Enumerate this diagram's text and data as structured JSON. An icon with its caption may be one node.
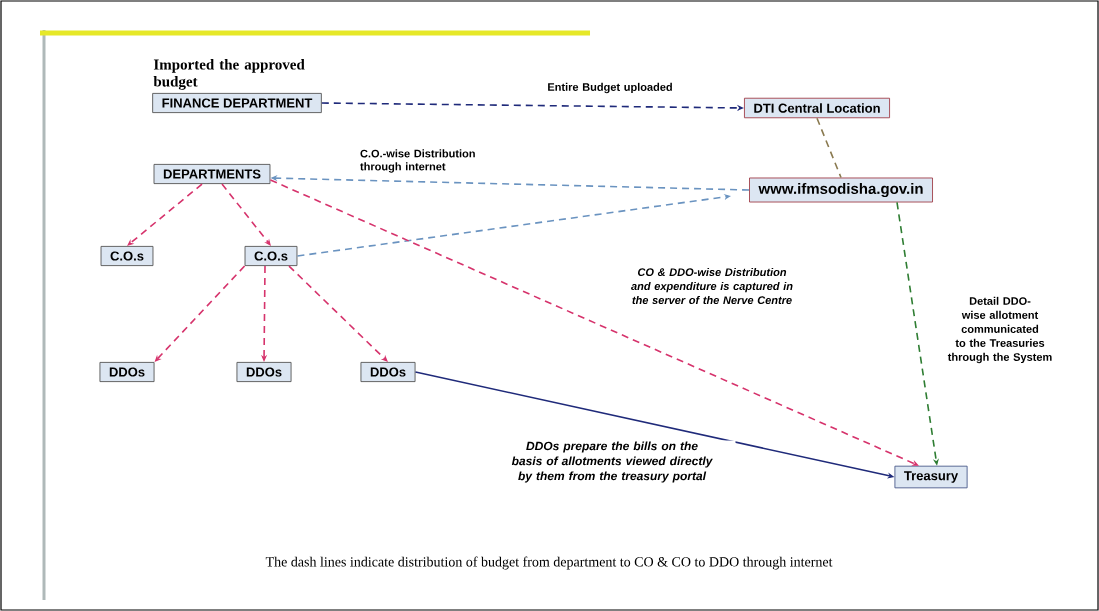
{
  "diagram": {
    "caption": "The dash lines indicate distribution of budget from department to CO & CO to DDO through internet",
    "nodes": [
      {
        "text": [
          "FINANCE DEPARTMENT"
        ],
        "beside": [
          "Imported the approved budget"
        ]
      },
      {
        "text": [
          "DTI Central Location"
        ]
      },
      {
        "text": [
          "DEPARTMENTS"
        ]
      },
      {
        "text": [
          "www.ifmsodisha.gov.in"
        ]
      },
      {
        "text": [
          "C.O.s"
        ]
      },
      {
        "text": [
          "C.O.s"
        ]
      },
      {
        "text": [
          "DDOs"
        ]
      },
      {
        "text": [
          "DDOs"
        ]
      },
      {
        "text": [
          "DDOs"
        ]
      },
      {
        "text": [
          "Treasury"
        ]
      }
    ],
    "edges": [
      {
        "from": 0,
        "to": 1,
        "arrow": "to",
        "label": "Entire Budget uploaded",
        "style": "dashed",
        "color": "#1f2a7a"
      },
      {
        "from": 1,
        "to": 3,
        "arrow": "none",
        "style": "dashed",
        "color": "#8a7a50"
      },
      {
        "from": 3,
        "to": 2,
        "arrow": "to",
        "label": "C.O.-wise Distribution through internet",
        "style": "dashed",
        "color": "#6a93c0"
      },
      {
        "from": 5,
        "to": 3,
        "arrow": "to",
        "style": "dashed",
        "color": "#6a93c0"
      },
      {
        "from": 2,
        "to": 4,
        "arrow": "to",
        "style": "dashed"
      },
      {
        "from": 2,
        "to": 5,
        "arrow": "to",
        "style": "dashed"
      },
      {
        "from": 2,
        "to": 9,
        "arrow": "to",
        "label": "CO & DDO-wise Distribution and expenditure is captured in the server of the Nerve Centre",
        "style": "dashed"
      },
      {
        "from": 5,
        "to": 6,
        "arrow": "to",
        "style": "dashed"
      },
      {
        "from": 5,
        "to": 7,
        "arrow": "to",
        "style": "dashed"
      },
      {
        "from": 5,
        "to": 8,
        "arrow": "to",
        "style": "dashed"
      },
      {
        "from": 8,
        "to": 9,
        "arrow": "to",
        "label": "DDOs prepare the bills on the basis of allotments viewed directly by them from the treasury portal",
        "color": "#1f2a7a"
      },
      {
        "from": 3,
        "to": 9,
        "arrow": "to",
        "label": "Detail DDO-wise allotment communicated to the Treasuries through the System",
        "style": "dashed",
        "color": "#2e7d32"
      }
    ]
  }
}
